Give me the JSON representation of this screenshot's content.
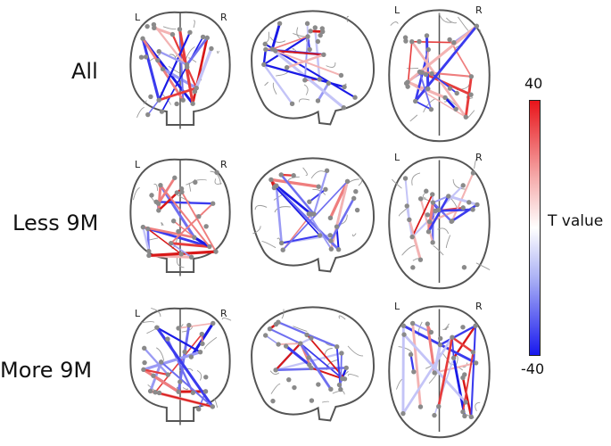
{
  "rows": [
    {
      "label": "All"
    },
    {
      "label": "Less 9M"
    },
    {
      "label": "More 9M"
    }
  ],
  "hemisphere_labels": {
    "left": "L",
    "right": "R"
  },
  "views": [
    "coronal",
    "sagittal",
    "axial"
  ],
  "colorbar": {
    "title": "T value",
    "max_label": "40",
    "min_label": "-40",
    "max_color": "#e8141a",
    "mid_color": "#ffffff",
    "min_color": "#1818ee"
  },
  "colors": {
    "outline": "#555555",
    "node": "#8a8a8a"
  }
}
